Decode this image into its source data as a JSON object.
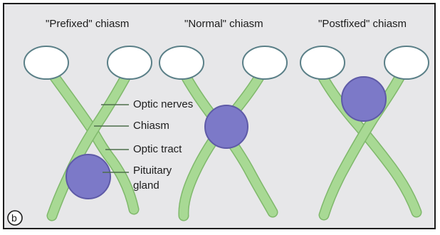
{
  "diagram": {
    "panel_letter": "b",
    "variants": [
      {
        "title": "\"Prefixed\" chiasm"
      },
      {
        "title": "\"Normal\" chiasm"
      },
      {
        "title": "\"Postfixed\" chiasm"
      }
    ],
    "labels": {
      "optic_nerves": "Optic nerves",
      "chiasm": "Chiasm",
      "optic_tract": "Optic tract",
      "pituitary_line1": "Pituitary",
      "pituitary_line2": "gland"
    },
    "colors": {
      "background": "#e7e7e9",
      "nerve": "#a8d994",
      "nerve_outline": "#7fb86b",
      "eye_fill": "#ffffff",
      "eye_outline": "#5a7f87",
      "pituitary": "#7c79c8",
      "pituitary_outline": "#5e5aa7",
      "leader_line": "#4d6f4b"
    }
  }
}
